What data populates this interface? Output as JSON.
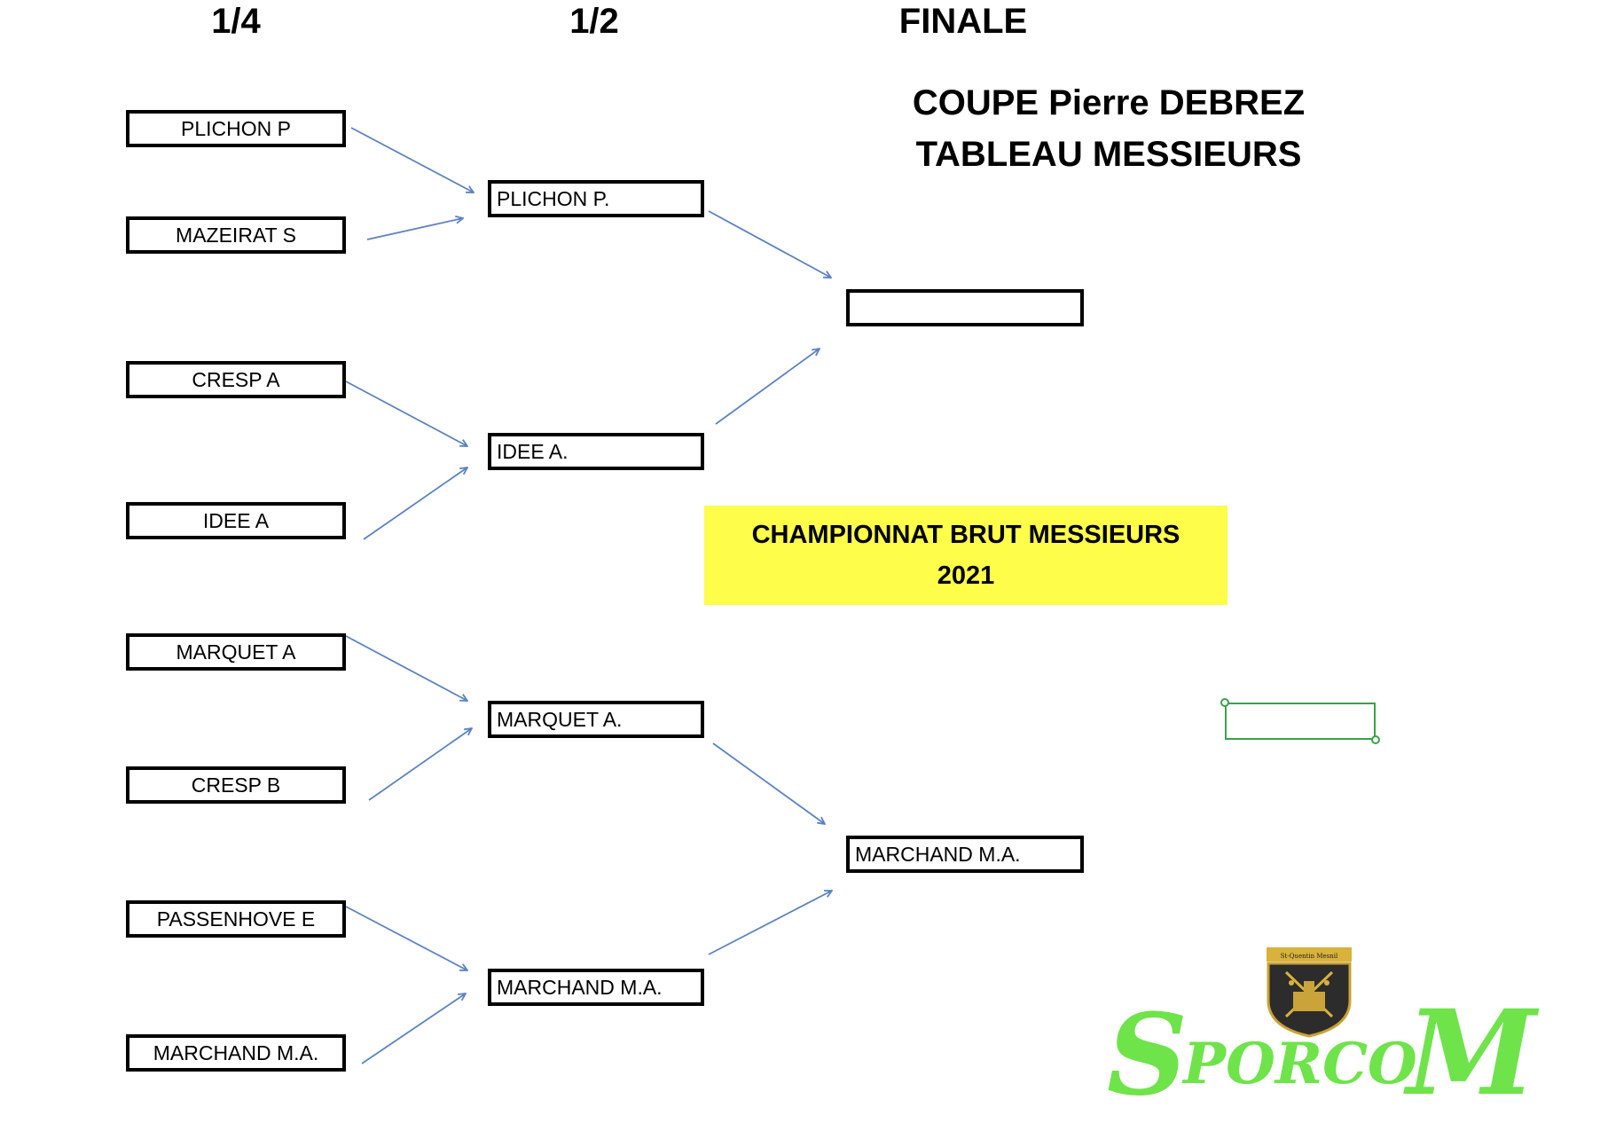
{
  "rounds": {
    "quarter": "1/4",
    "semi": "1/2",
    "final": "FINALE"
  },
  "title": {
    "line1": "COUPE Pierre DEBREZ",
    "line2": "TABLEAU MESSIEURS"
  },
  "quarterfinals": [
    "PLICHON P",
    "MAZEIRAT S",
    "CRESP A",
    "IDEE A",
    "MARQUET A",
    "CRESP B",
    "PASSENHOVE E",
    "MARCHAND M.A."
  ],
  "semifinals": [
    "PLICHON P.",
    "IDEE A.",
    "MARQUET A.",
    "MARCHAND M.A."
  ],
  "finals": [
    "",
    "MARCHAND M.A."
  ],
  "banner": {
    "line1": "CHAMPIONNAT BRUT MESSIEURS",
    "line2": "2021"
  },
  "logo": {
    "big_s": "S",
    "middle": "PORCO",
    "big_m": "M",
    "crest_text": "St-Quentin Mesnil"
  },
  "colors": {
    "arrow": "#5b82c4",
    "banner": "#fdfd4a",
    "selection": "#3aa14a",
    "logo_green": "#6fe34a"
  }
}
